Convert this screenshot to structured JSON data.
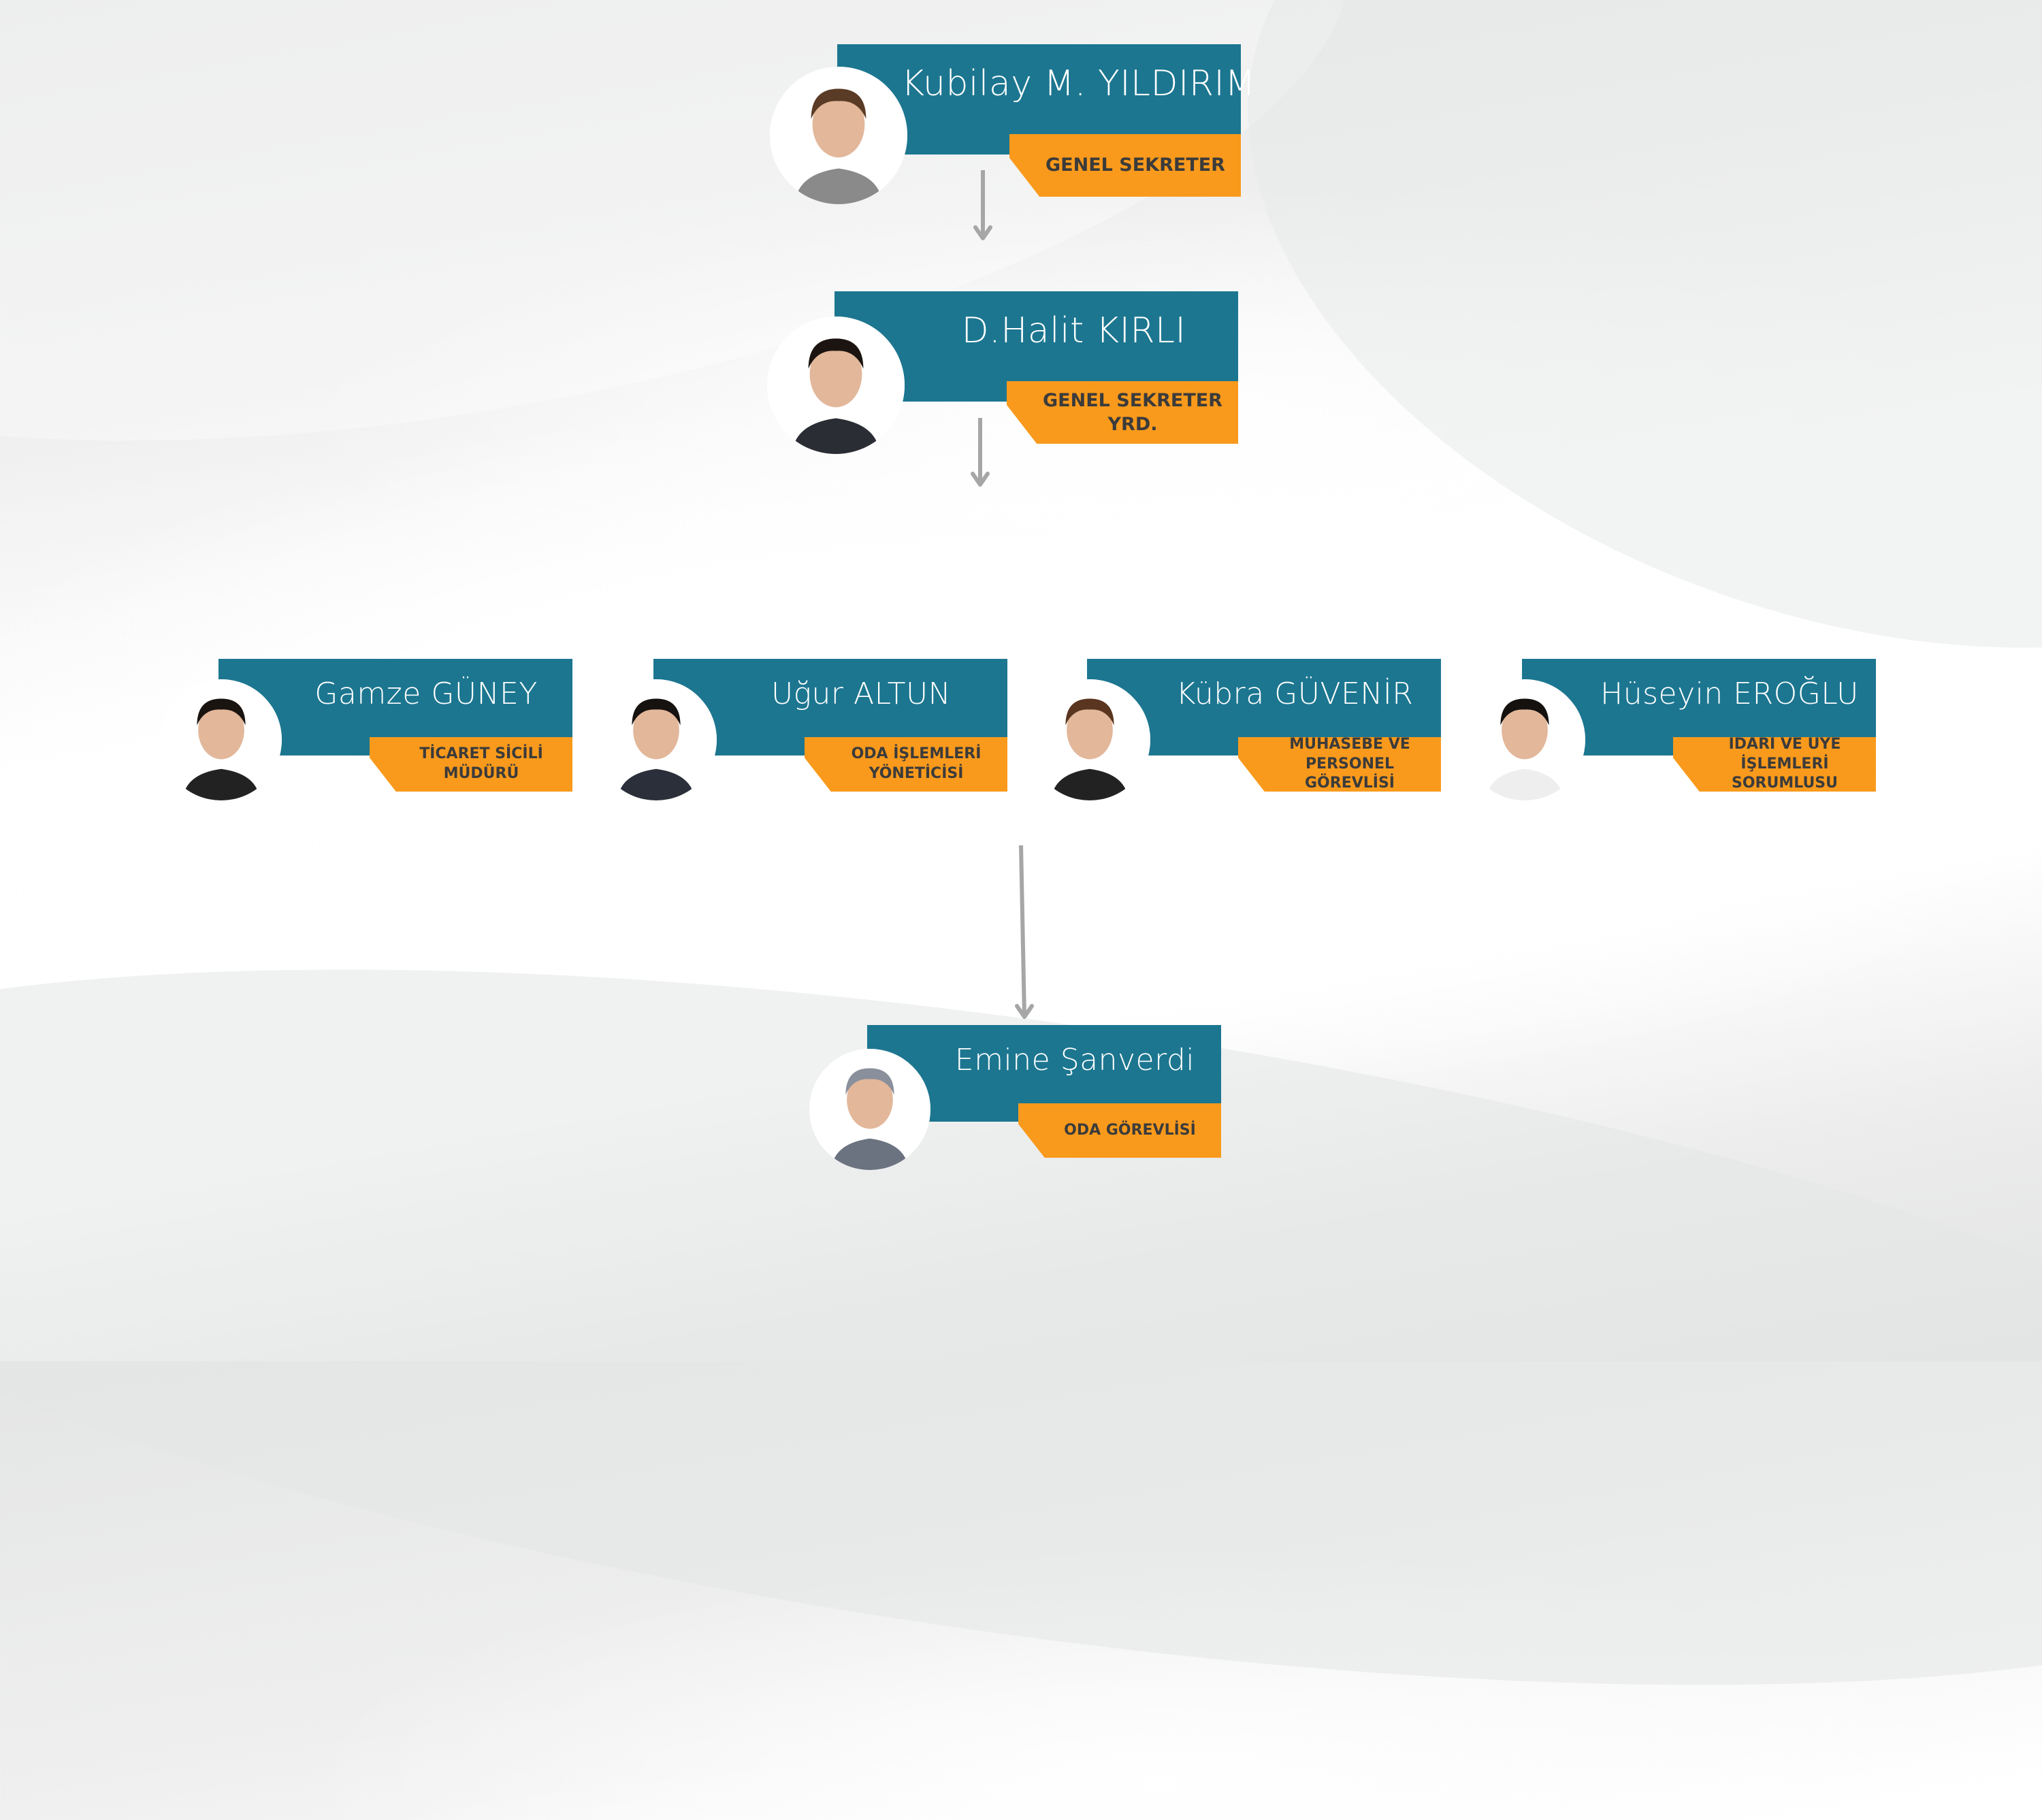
{
  "colors": {
    "header": "#1c7690",
    "title_badge": "#f99a1c",
    "badge_text": "#3b3b3b",
    "arrow": "#a6a6a6"
  },
  "people": [
    {
      "name": "Kubilay M. YILDIRIM",
      "title": [
        "GENEL SEKRETER"
      ],
      "photo_icon": "person-photo"
    },
    {
      "name": "D.Halit KIRLI",
      "title": [
        "GENEL SEKRETER YRD."
      ],
      "photo_icon": "person-photo"
    },
    {
      "name": "Gamze GÜNEY",
      "title": [
        "TİCARET SİCİLİ MÜDÜRÜ"
      ],
      "photo_icon": "person-photo"
    },
    {
      "name": "Uğur ALTUN",
      "title": [
        "ODA İŞLEMLERİ",
        "YÖNETİCİSİ"
      ],
      "photo_icon": "person-photo"
    },
    {
      "name": "Kübra GÜVENİR",
      "title": [
        "MUHASEBE VE",
        "PERSONEL GÖREVLİSİ"
      ],
      "photo_icon": "person-photo"
    },
    {
      "name": "Hüseyin EROĞLU",
      "title": [
        "İDARİ VE ÜYE İŞLEMLERİ",
        "SORUMLUSU"
      ],
      "photo_icon": "person-photo"
    },
    {
      "name": "Emine Şanverdi",
      "title": [
        "ODA GÖREVLİSİ"
      ],
      "photo_icon": "person-photo"
    }
  ]
}
